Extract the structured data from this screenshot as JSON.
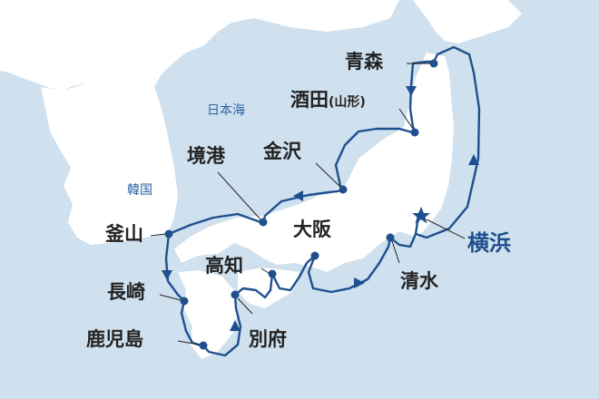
{
  "map": {
    "seas": {
      "sea_of_japan": "日本海",
      "korea": "韓国"
    },
    "home_port": "横浜",
    "ports": {
      "aomori": "青森",
      "sakata": "酒田",
      "sakata_note": "(山形)",
      "kanazawa": "金沢",
      "sakaiminato": "境港",
      "busan": "釜山",
      "nagasaki": "長崎",
      "kagoshima": "鹿児島",
      "beppu": "別府",
      "kochi": "高知",
      "osaka": "大阪",
      "shimizu": "清水"
    },
    "colors": {
      "sea": "#cfe0ee",
      "land": "#ffffff",
      "route": "#1f4f8f",
      "text": "#222222",
      "sea_label": "#2f62a2"
    }
  }
}
